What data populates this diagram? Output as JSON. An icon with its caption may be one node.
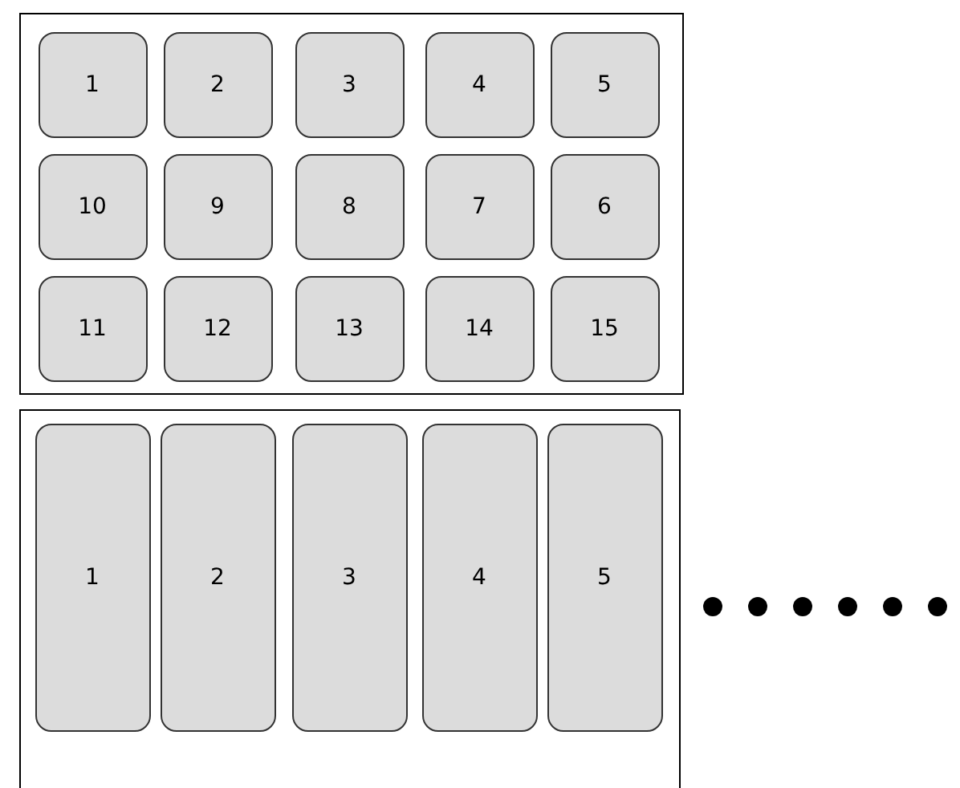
{
  "diagram": {
    "nodes": [
      {
        "text": [],
        "shape": "box"
      },
      {
        "text": [
          "1"
        ],
        "in": 0
      },
      {
        "text": [
          "2"
        ],
        "in": 0
      },
      {
        "text": [
          "3"
        ],
        "in": 0
      },
      {
        "text": [
          "4"
        ],
        "in": 0
      },
      {
        "text": [
          "5"
        ],
        "in": 0
      },
      {
        "text": [
          "10"
        ],
        "in": 0
      },
      {
        "text": [
          "9"
        ],
        "in": 0
      },
      {
        "text": [
          "8"
        ],
        "in": 0
      },
      {
        "text": [
          "7"
        ],
        "in": 0
      },
      {
        "text": [
          "6"
        ],
        "in": 0
      },
      {
        "text": [
          "11"
        ],
        "in": 0
      },
      {
        "text": [
          "12"
        ],
        "in": 0
      },
      {
        "text": [
          "13"
        ],
        "in": 0
      },
      {
        "text": [
          "14"
        ],
        "in": 0
      },
      {
        "text": [
          "15"
        ],
        "in": 0
      },
      {
        "text": [],
        "shape": "box"
      },
      {
        "text": [
          "1"
        ],
        "in": 16
      },
      {
        "text": [
          "2"
        ],
        "in": 16
      },
      {
        "text": [
          "3"
        ],
        "in": 16
      },
      {
        "text": [
          "4"
        ],
        "in": 16
      },
      {
        "text": [
          "5"
        ],
        "in": 16
      }
    ]
  }
}
